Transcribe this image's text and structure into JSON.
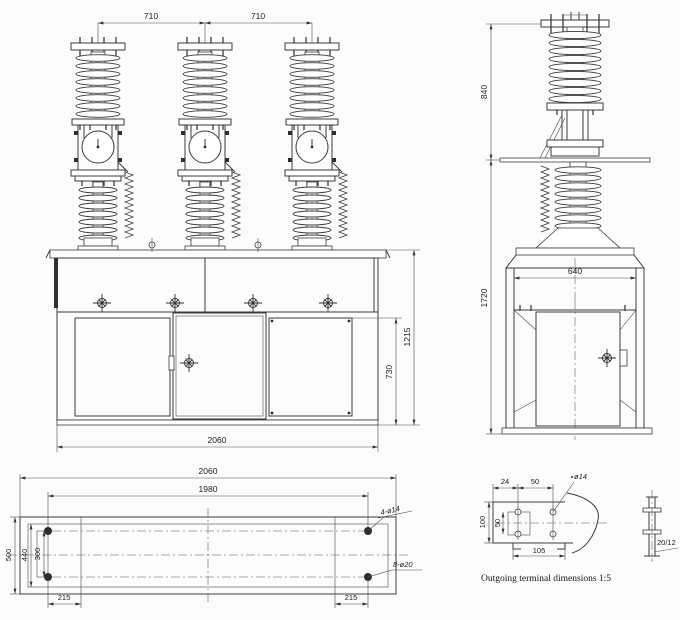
{
  "front_view": {
    "pole_pitch_left": "710",
    "pole_pitch_right": "710",
    "overall_width": "2060",
    "height_total": "1215",
    "height_lower": "730"
  },
  "side_view": {
    "height_insulator": "840",
    "height_overall": "1720",
    "width_top_box": "640"
  },
  "plan_view": {
    "width_overall": "2060",
    "width_hole_pitch": "1980",
    "depth_overall": "500",
    "depth_frame": "440",
    "depth_hole_pitch": "300",
    "offset_left": "215",
    "offset_right": "215",
    "callout_corner_holes": "4-ø14",
    "callout_base_holes": "8-ø20"
  },
  "terminal_detail": {
    "dim_edge": "24",
    "dim_pitch_h": "50",
    "callout_hole": "ø14",
    "dim_height": "100",
    "dim_pitch_v": "50",
    "dim_tab": "105",
    "dim_thickness": "20/12",
    "caption": "Outgoing terminal dimensions 1:5"
  }
}
